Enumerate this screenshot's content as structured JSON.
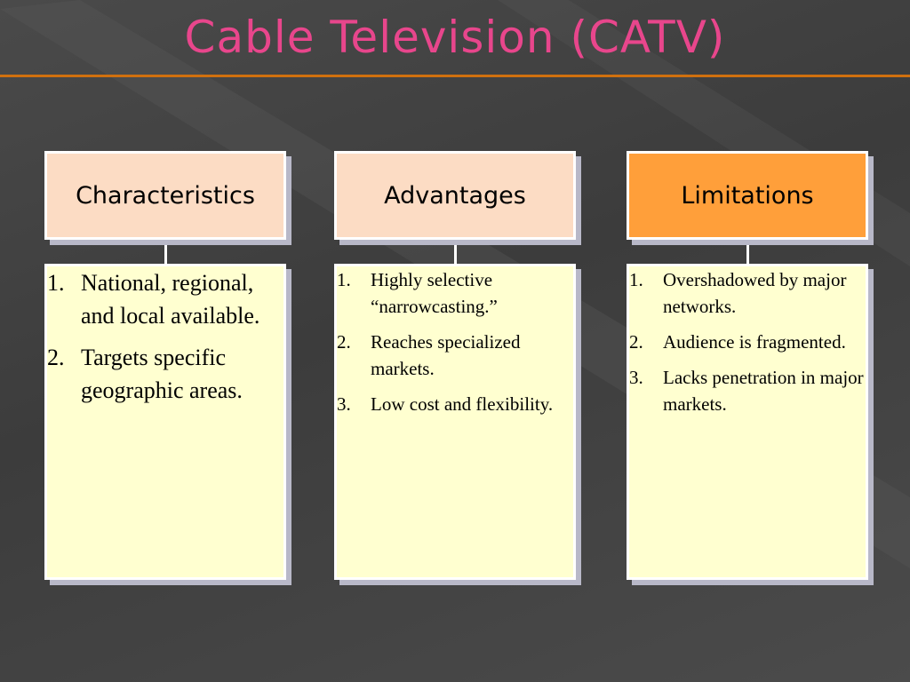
{
  "title": "Cable Television (CATV)",
  "colors": {
    "title": "#e8468c",
    "rule": "#d0700e",
    "header_default": "#fcdcc4",
    "header_active": "#ff9f3a",
    "body_fill": "#ffffd0"
  },
  "columns": [
    {
      "header": "Characteristics",
      "items": [
        {
          "num": "1.",
          "text": "National, regional, and local available."
        },
        {
          "num": "2.",
          "text": "Targets specific geographic areas."
        }
      ]
    },
    {
      "header": "Advantages",
      "items": [
        {
          "num": "1.",
          "text": "Highly selective “narrowcasting.”"
        },
        {
          "num": "2.",
          "text": "Reaches specialized markets."
        },
        {
          "num": "3.",
          "text": "Low cost and flexibility."
        }
      ]
    },
    {
      "header": "Limitations",
      "items": [
        {
          "num": "1.",
          "text": "Overshadowed by major networks."
        },
        {
          "num": "2.",
          "text": "Audience is fragmented."
        },
        {
          "num": "3.",
          "text": "Lacks penetration in major markets."
        }
      ]
    }
  ]
}
